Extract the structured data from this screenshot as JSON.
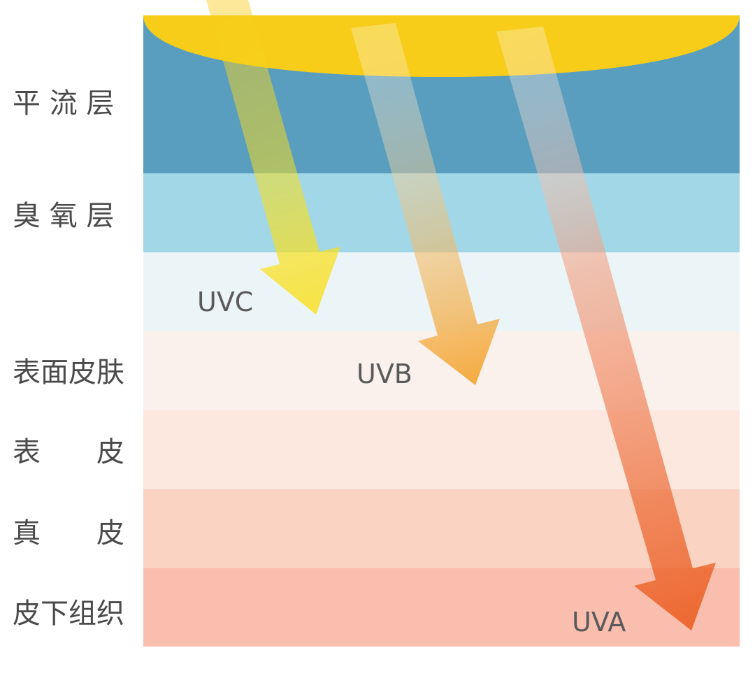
{
  "layers": [
    {
      "label": "平 流 层",
      "color": "#5a9ebf"
    },
    {
      "label": "臭 氧 层",
      "color": "#a2d7e7"
    },
    {
      "label": "",
      "color": "#ebf5f7"
    },
    {
      "label": "表面皮肤",
      "color": "#faf0ec"
    },
    {
      "label": "表　　皮",
      "color": "#fde8df"
    },
    {
      "label": "真　　皮",
      "color": "#fbd3c2"
    },
    {
      "label": "皮下组织",
      "color": "#f9bead"
    }
  ],
  "sun": {
    "color": "#f7cd1a"
  },
  "rays": [
    {
      "name": "UVC",
      "color": "#f9df1a"
    },
    {
      "name": "UVB",
      "color": "#f39c1c"
    },
    {
      "name": "UVA",
      "color": "#ea5515"
    }
  ]
}
